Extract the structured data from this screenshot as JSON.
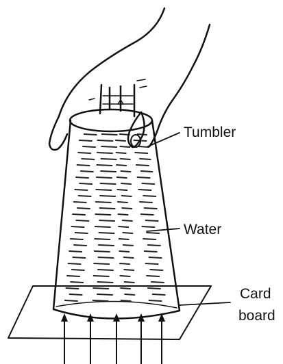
{
  "labels": {
    "tumbler": "Tumbler",
    "water": "Water",
    "card_line1": "Card",
    "card_line2": "board"
  },
  "colors": {
    "ink": "#111111",
    "background": "#ffffff"
  },
  "arrow_count": 5
}
